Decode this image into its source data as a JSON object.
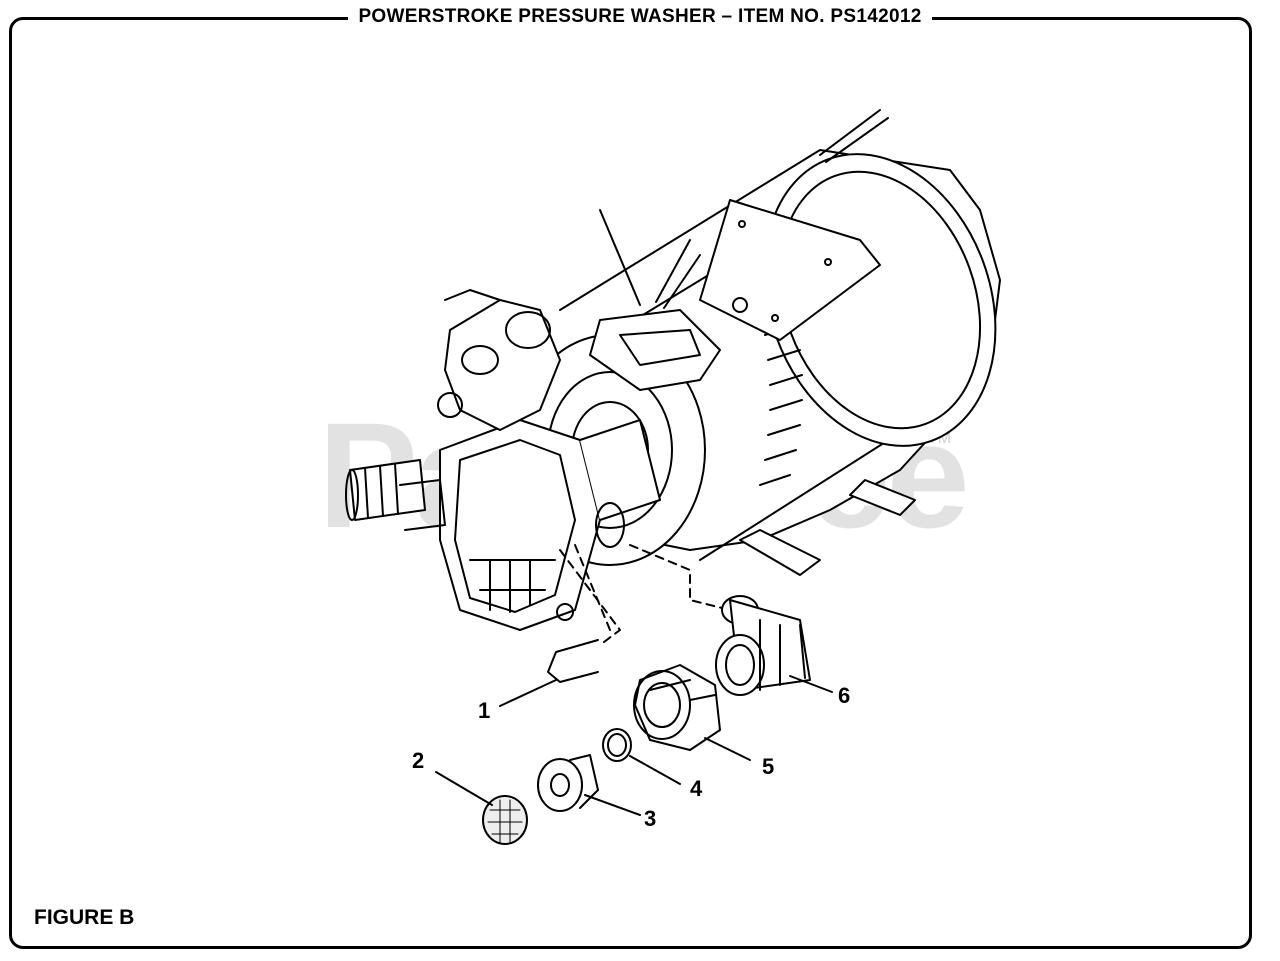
{
  "header": {
    "title": "POWERSTROKE PRESSURE WASHER – ITEM NO. PS142012"
  },
  "footer": {
    "figure_label": "FIGURE B"
  },
  "watermark": {
    "text": "PartsTree",
    "trademark": "TM"
  },
  "callouts": [
    {
      "number": "1",
      "part": "u-clip"
    },
    {
      "number": "2",
      "part": "filter-screen"
    },
    {
      "number": "3",
      "part": "inlet-adapter"
    },
    {
      "number": "4",
      "part": "o-ring"
    },
    {
      "number": "5",
      "part": "garden-hose-nut"
    },
    {
      "number": "6",
      "part": "inlet-fitting"
    }
  ]
}
